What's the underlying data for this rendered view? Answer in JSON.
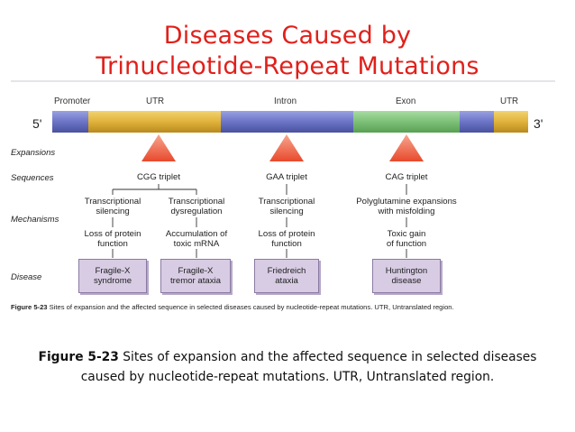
{
  "title": {
    "line1": "Diseases Caused by",
    "line2": "Trinucleotide-Repeat Mutations"
  },
  "diagram": {
    "end_labels": {
      "five_prime": "5'",
      "three_prime": "3'"
    },
    "regions": [
      {
        "label": "Promoter",
        "color": "#6b74c6"
      },
      {
        "label": "UTR",
        "color": "#e0b23a"
      },
      {
        "label": "Intron",
        "color": "#6b74c6"
      },
      {
        "label": "Exon",
        "color": "#7cc077"
      },
      {
        "label": "UTR",
        "color": "#e0b23a"
      }
    ],
    "row_labels": {
      "expansions": "Expansions",
      "sequences": "Sequences",
      "mechanisms": "Mechanisms",
      "disease": "Disease"
    },
    "columns": [
      {
        "sequence": "CGG triplet",
        "branches": [
          {
            "mechanism": "Transcriptional silencing",
            "mechanism_l1": "Transcriptional",
            "mechanism_l2": "silencing",
            "consequence_l1": "Loss of protein",
            "consequence_l2": "function",
            "disease_l1": "Fragile-X",
            "disease_l2": "syndrome"
          },
          {
            "mechanism_l1": "Transcriptional",
            "mechanism_l2": "dysregulation",
            "consequence_l1": "Accumulation of",
            "consequence_l2": "toxic mRNA",
            "disease_l1": "Fragile-X",
            "disease_l2": "tremor ataxia"
          }
        ]
      },
      {
        "sequence": "GAA triplet",
        "branches": [
          {
            "mechanism_l1": "Transcriptional",
            "mechanism_l2": "silencing",
            "consequence_l1": "Loss of protein",
            "consequence_l2": "function",
            "disease_l1": "Friedreich",
            "disease_l2": "ataxia"
          }
        ]
      },
      {
        "sequence": "CAG triplet",
        "branches": [
          {
            "mechanism_l1": "Polyglutamine expansions",
            "mechanism_l2": "with misfolding",
            "consequence_l1": "Toxic gain",
            "consequence_l2": "of function",
            "disease_l1": "Huntington",
            "disease_l2": "disease"
          }
        ]
      }
    ],
    "small_caption": {
      "label": "Figure 5-23",
      "text": " Sites of expansion and the affected sequence in selected diseases caused by nucleotide-repeat mutations. UTR, Untranslated region."
    },
    "colors": {
      "promoter_intron": "#6b74c6",
      "utr": "#e0b23a",
      "exon": "#7cc077",
      "triangle": "#ef6a4d",
      "disease_box": "#d8cce4"
    }
  },
  "caption": {
    "label": "Figure 5-23",
    "text": " Sites of expansion and the affected sequence in selected diseases caused by nucleotide-repeat mutations. UTR, Untranslated region."
  }
}
